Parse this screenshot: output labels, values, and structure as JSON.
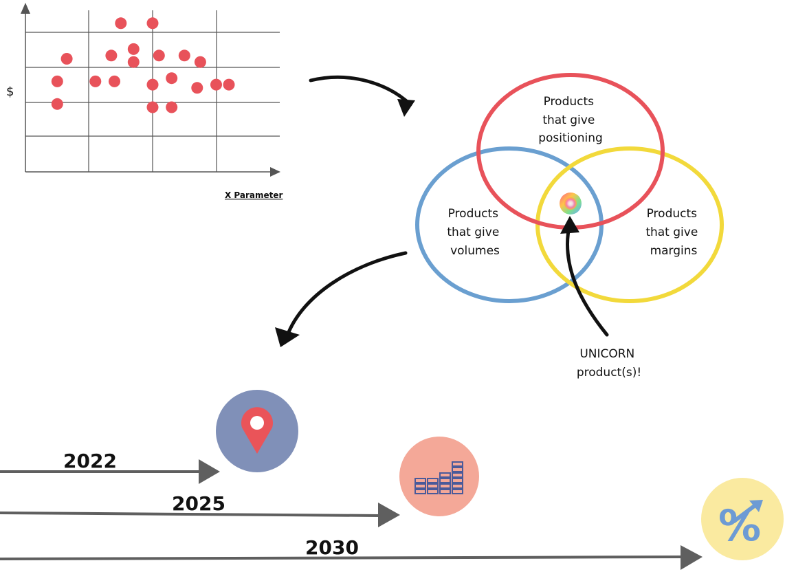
{
  "scatter": {
    "ylabel": "$",
    "xlabel": "X Parameter",
    "point_color": "#e8525a",
    "points": [
      {
        "x": 1.0,
        "y": 2.8
      },
      {
        "x": 1.3,
        "y": 3.5
      },
      {
        "x": 1.0,
        "y": 2.1
      },
      {
        "x": 2.2,
        "y": 2.8
      },
      {
        "x": 2.8,
        "y": 2.8
      },
      {
        "x": 3.0,
        "y": 4.6
      },
      {
        "x": 2.7,
        "y": 3.6
      },
      {
        "x": 3.4,
        "y": 3.8
      },
      {
        "x": 3.4,
        "y": 3.4
      },
      {
        "x": 4.0,
        "y": 4.6
      },
      {
        "x": 4.2,
        "y": 3.6
      },
      {
        "x": 4.0,
        "y": 2.7
      },
      {
        "x": 4.0,
        "y": 2.0
      },
      {
        "x": 4.6,
        "y": 2.9
      },
      {
        "x": 4.6,
        "y": 2.0
      },
      {
        "x": 5.0,
        "y": 3.6
      },
      {
        "x": 5.5,
        "y": 3.4
      },
      {
        "x": 5.4,
        "y": 2.6
      },
      {
        "x": 6.0,
        "y": 2.7
      },
      {
        "x": 6.4,
        "y": 2.7
      }
    ]
  },
  "venn": {
    "top": {
      "line1": "Products",
      "line2": "that give",
      "line3": "positioning",
      "color": "#e8525a"
    },
    "left": {
      "line1": "Products",
      "line2": "that give",
      "line3": "volumes",
      "color": "#6a9fd0"
    },
    "right": {
      "line1": "Products",
      "line2": "that give",
      "line3": "margins",
      "color": "#f2d93b"
    },
    "unicorn": {
      "line1": "UNICORN",
      "line2": "product(s)!"
    }
  },
  "timeline": [
    {
      "year": "2022",
      "icon": "map-pin-icon",
      "circle_color": "#8090b8",
      "icon_color": "#ea5459"
    },
    {
      "year": "2025",
      "icon": "bar-chart-icon",
      "circle_color": "#f4a898",
      "icon_color": "#4a5a9a"
    },
    {
      "year": "2030",
      "icon": "percent-growth-icon",
      "circle_color": "#faeaa0",
      "icon_color": "#6d9bd4"
    }
  ]
}
